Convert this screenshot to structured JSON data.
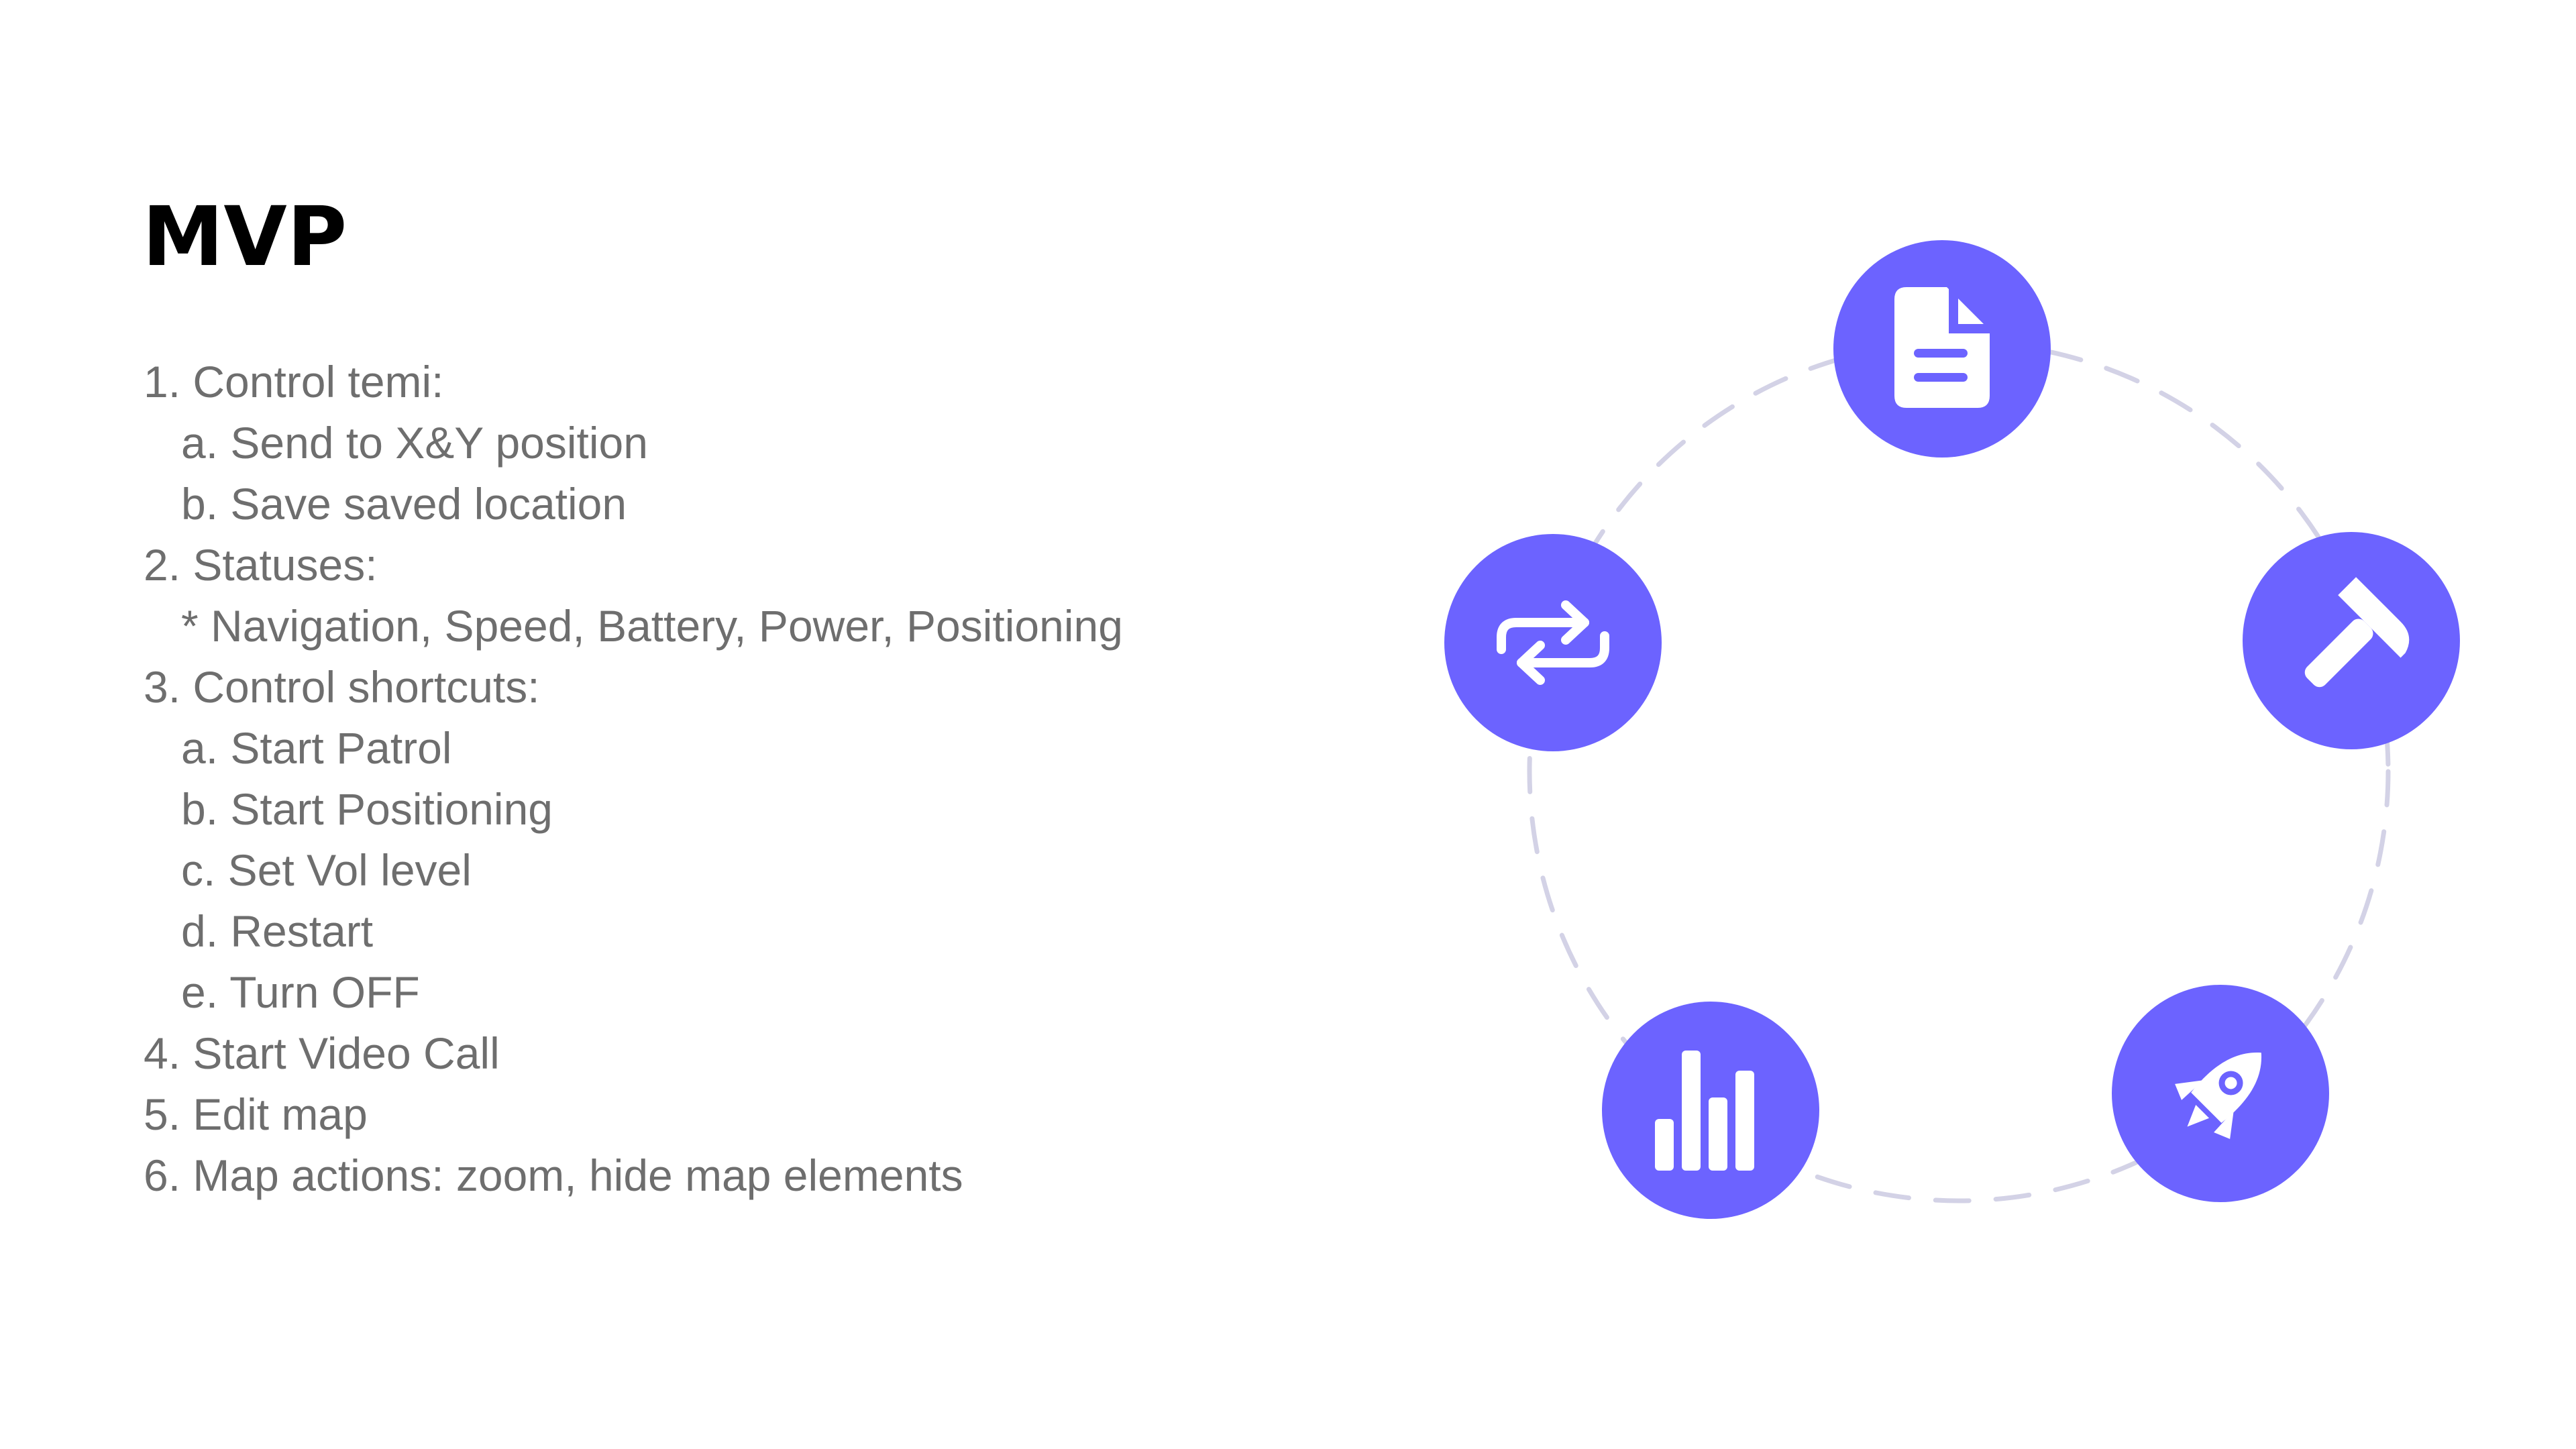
{
  "slide": {
    "title": "MVP",
    "outline": [
      {
        "text": "1. Control temi:",
        "level": 0
      },
      {
        "text": "a. Send to X&Y position",
        "level": 1
      },
      {
        "text": "b. Save saved location",
        "level": 1
      },
      {
        "text": "2. Statuses:",
        "level": 0
      },
      {
        "text": "* Navigation, Speed, Battery, Power, Positioning",
        "level": 1
      },
      {
        "text": "3. Control shortcuts:",
        "level": 0
      },
      {
        "text": "a. Start Patrol",
        "level": 1
      },
      {
        "text": "b. Start Positioning",
        "level": 1
      },
      {
        "text": "c. Set Vol level",
        "level": 1
      },
      {
        "text": "d. Restart",
        "level": 1
      },
      {
        "text": "e. Turn OFF",
        "level": 1
      },
      {
        "text": "4. Start Video Call",
        "level": 0
      },
      {
        "text": "5. Edit map",
        "level": 0
      },
      {
        "text": "6. Map actions: zoom, hide map elements",
        "level": 0
      }
    ]
  },
  "cycle_diagram": {
    "accent_color": "#6c63ff",
    "ring_color": "#d3d2e6",
    "icons": [
      "document-icon",
      "hammer-icon",
      "rocket-icon",
      "bar-chart-icon",
      "repeat-icon"
    ]
  }
}
